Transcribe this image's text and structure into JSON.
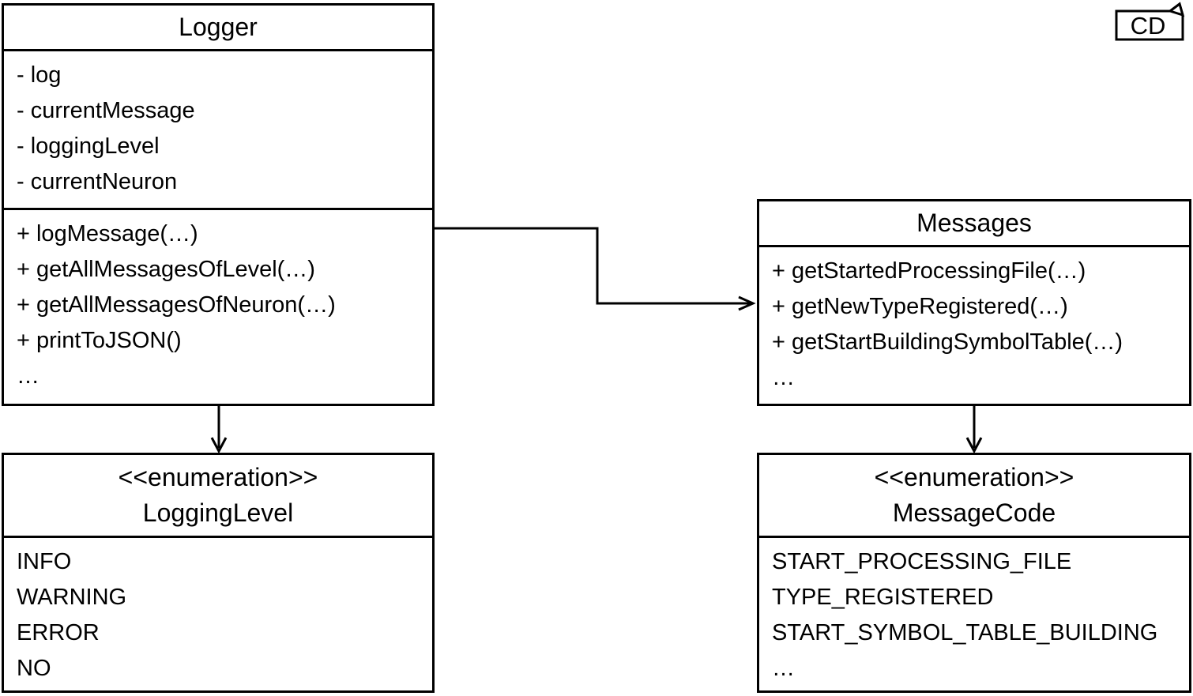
{
  "diagram": {
    "tag": "CD",
    "logger": {
      "title": "Logger",
      "attributes": [
        "- log",
        "- currentMessage",
        "- loggingLevel",
        "- currentNeuron"
      ],
      "methods": [
        "+ logMessage(…)",
        "+ getAllMessagesOfLevel(…)",
        "+ getAllMessagesOfNeuron(…)",
        "+ printToJSON()",
        "…"
      ]
    },
    "messages": {
      "title": "Messages",
      "methods": [
        "+ getStartedProcessingFile(…)",
        "+ getNewTypeRegistered(…)",
        "+ getStartBuildingSymbolTable(…)",
        "…"
      ]
    },
    "logging_level": {
      "stereotype": "<<enumeration>>",
      "title": "LoggingLevel",
      "values": [
        "INFO",
        "WARNING",
        "ERROR",
        "NO"
      ]
    },
    "message_code": {
      "stereotype": "<<enumeration>>",
      "title": "MessageCode",
      "values": [
        "START_PROCESSING_FILE",
        "TYPE_REGISTERED",
        "START_SYMBOL_TABLE_BUILDING",
        "…"
      ]
    }
  }
}
